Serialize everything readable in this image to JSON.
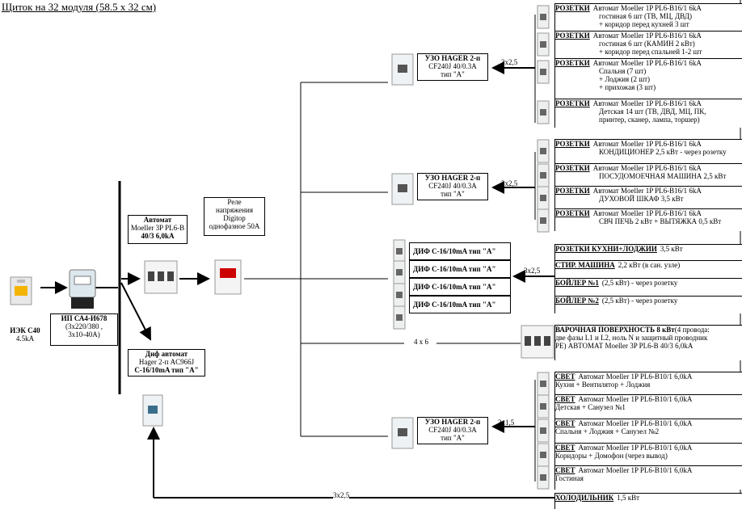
{
  "title": "Щиток на 32 модуля (58.5 x 32 см)",
  "intro": {
    "fuse": [
      "ИЭК С40",
      "4.5kA"
    ],
    "meter": [
      "ИП СА4-И678",
      "(3х220/380 ,",
      "3х10-40А)"
    ],
    "main_breaker": [
      "Автомат",
      "Moeller 3P PL6-B",
      "40/3 6,0kA"
    ],
    "relay": [
      "Реле",
      "напряжения",
      "Digitop",
      "однофазное 50А"
    ],
    "fridge_rcbo": [
      "Диф автомат",
      "Hager 2-п AC966J",
      "С-16/10mA тип \"А\""
    ]
  },
  "uzo_label": [
    "УЗО HAGER 2-п",
    "CF240J 40/0.3A",
    "тип \"А\""
  ],
  "dif_label": "ДИФ С-16/10mA тип \"А\"",
  "cables": {
    "c1": "3х2,5",
    "c2": "3х2,5",
    "c3": "3х2,5",
    "c4": "4 х 6",
    "c5": "3х1,5",
    "c6": "3х2,5"
  },
  "group1": [
    {
      "head": "РОЗЕТКИ",
      "lines": [
        "Автомат Moeller 1P PL6-B16/1 6kA",
        "гостиная 6 шт (ТВ, МЦ, ДВД)",
        "+ коридор перед кухней 3 шт"
      ]
    },
    {
      "head": "РОЗЕТКИ",
      "lines": [
        "Автомат Moeller 1P PL6-B16/1 6kA",
        "гостиная 6 шт (КАМИН 2 кВт)",
        "+ коридор перед спальней 1-2 шт"
      ]
    },
    {
      "head": "РОЗЕТКИ",
      "lines": [
        "Автомат Moeller 1P PL6-B16/1 6kA",
        "Спальня (7 шт)",
        "+ Лоджия (2 шт)",
        "+ прихожая (3 шт)"
      ]
    },
    {
      "head": "РОЗЕТКИ",
      "lines": [
        "Автомат Moeller 1P PL6-B16/1 6kA",
        "Детская 14 шт (ТВ, ДВД, МЦ, ПК,",
        "принтер, сканер, лампа, торшер)"
      ]
    }
  ],
  "group2": [
    {
      "head": "РОЗЕТКИ",
      "lines": [
        "Автомат Moeller 1P PL6-B16/1 6kA",
        "КОНДИЦИОНЕР 2,5 кВт - через розетку"
      ]
    },
    {
      "head": "РОЗЕТКИ",
      "lines": [
        "Автомат Moeller 1P PL6-B16/1 6kA",
        "ПОСУДОМОЕЧНАЯ МАШИНА 2,5 кВт"
      ]
    },
    {
      "head": "РОЗЕТКИ",
      "lines": [
        "Автомат Moeller 1P PL6-B16/1 6kA",
        "ДУХОВОЙ ШКАФ 3,5 кВт"
      ]
    },
    {
      "head": "РОЗЕТКИ",
      "lines": [
        "Автомат Moeller 1P PL6-B16/1 6kA",
        "СВЧ ПЕЧЬ 2 кВт + ВЫТЯЖКА 0,5 кВт"
      ]
    }
  ],
  "group3": [
    {
      "head": "РОЗЕТКИ КУХНИ+ЛОДЖИИ",
      "text": "3,5 кВт"
    },
    {
      "head": "СТИР. МАШИНА",
      "text": "2,2 кВт (в сан. узле)"
    },
    {
      "head": "БОЙЛЕР №1",
      "text": "(2,5 кВт) - через розетку"
    },
    {
      "head": "БОЙЛЕР №2",
      "text": "(2,5 кВт) - через розетку"
    }
  ],
  "group4": {
    "head": "ВАРОЧНАЯ ПОВЕРХНОСТЬ 8 кВт",
    "lines": [
      "(4 провода:",
      "две фазы L1 и L2, ноль N и защитный проводник",
      "PE) АВТОМАТ Moeller 3P PL6-B 40/3 6,0kA"
    ]
  },
  "group5": [
    {
      "head": "СВЕТ",
      "lines": [
        "Автомат Moeller 1P PL6-B10/1 6,0kA",
        "Кухня + Вентилятор + Лоджия"
      ]
    },
    {
      "head": "СВЕТ",
      "lines": [
        "Автомат Moeller 1P PL6-B10/1 6,0kA",
        "Детская + Санузел №1"
      ]
    },
    {
      "head": "СВЕТ",
      "lines": [
        "Автомат Moeller 1P PL6-B10/1 6,0kA",
        "Спальня + Лоджия + Санузел №2"
      ]
    },
    {
      "head": "СВЕТ",
      "lines": [
        "Автомат Moeller 1P PL6-B10/1 6,0kA",
        "Коридоры + Домофон (через вывод)"
      ]
    },
    {
      "head": "СВЕТ",
      "lines": [
        "Автомат Moeller 1P PL6-B10/1 6,0kA",
        "Гостиная"
      ]
    }
  ],
  "fridge": {
    "head": "ХОЛОДИЛЬНИК",
    "text": "1,5 кВт"
  },
  "icons": [
    "fuse-icon",
    "meter-icon",
    "breaker-3p-icon",
    "voltage-relay-icon",
    "rcd-icon",
    "mcb-1p-icon",
    "rcbo-icon"
  ]
}
